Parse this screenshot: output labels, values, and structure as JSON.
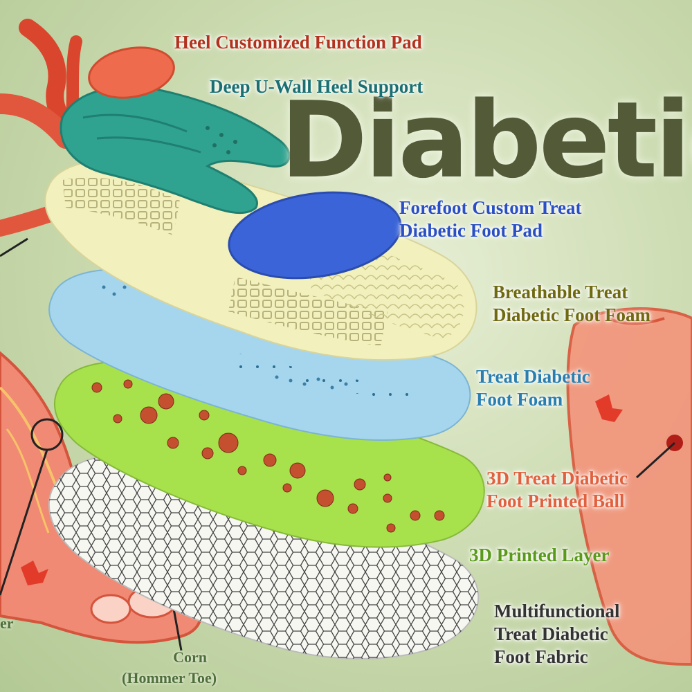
{
  "headline": "Diabetic",
  "labels": {
    "heel_pad": "Heel Customized Function Pad",
    "heel_support": "Deep U-Wall Heel Support",
    "forefoot": [
      "Forefoot Custom Treat",
      "Diabetic Foot Pad"
    ],
    "breathable": [
      "Breathable Treat",
      "Diabetic Foot Foam"
    ],
    "treat_foam": [
      "Treat Diabetic",
      "Foot Foam"
    ],
    "printed_ball": [
      "3D Treat Diabetic",
      "Foot Printed Ball"
    ],
    "printed_layer": "3D Printed Layer",
    "fabric": [
      "Multifunctional",
      "Treat Diabetic",
      "Foot Fabric"
    ]
  },
  "foot_illustration": {
    "corn": [
      "Corn",
      "(Hommer Toe)"
    ],
    "partial_left": "er"
  },
  "colors": {
    "heel_pad": "#b3321f",
    "heel_support": "#1a6f73",
    "forefoot": "#2a4fc4",
    "breathable": "#6f6a12",
    "treat_foam": "#2a7fb0",
    "printed_ball": "#e1603e",
    "printed_layer": "#5a9a1a",
    "fabric": "#333333",
    "headline": "#525a38"
  },
  "icons": [
    "insole-layer-stack-illustration",
    "artery-icon",
    "foot-sole-icon",
    "foot-side-icon",
    "wound-icon"
  ]
}
